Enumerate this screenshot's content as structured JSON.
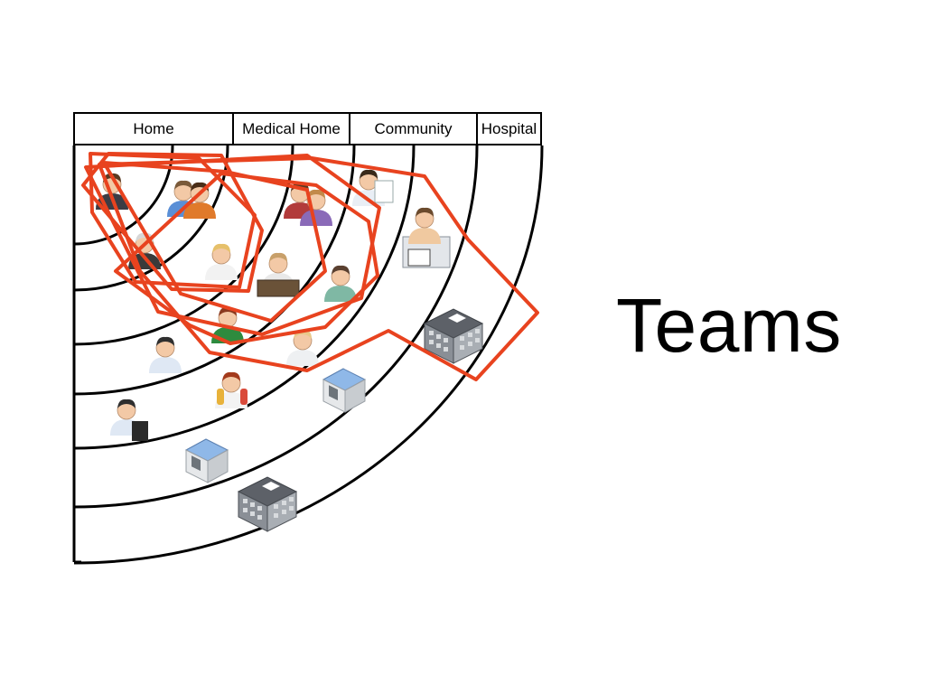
{
  "slide": {
    "title": "Teams",
    "columns": [
      "Home",
      "Medical Home",
      "Community",
      "Hospital"
    ]
  },
  "colors": {
    "team_outline": "#e8431f",
    "arc_line": "#000000",
    "building_blue": "#8fb8e8",
    "hospital_grey": "#7b7f86"
  },
  "icons": {
    "people": [
      "businesswoman-icon",
      "family-icon",
      "family-group-icon",
      "doctor-clipboard-icon",
      "patient-in-bed-icon",
      "grandfather-icon",
      "nurse-icon",
      "receptionist-icon",
      "man-green-shirt-icon",
      "woman-green-shirt-icon",
      "doctor-icon",
      "pharmacist-icon",
      "lab-technician-icon",
      "doctor-calculator-icon"
    ],
    "facilities": [
      "hospital-building-icon",
      "clinic-building-icon",
      "clinic-building-icon",
      "hospital-building-icon"
    ]
  }
}
